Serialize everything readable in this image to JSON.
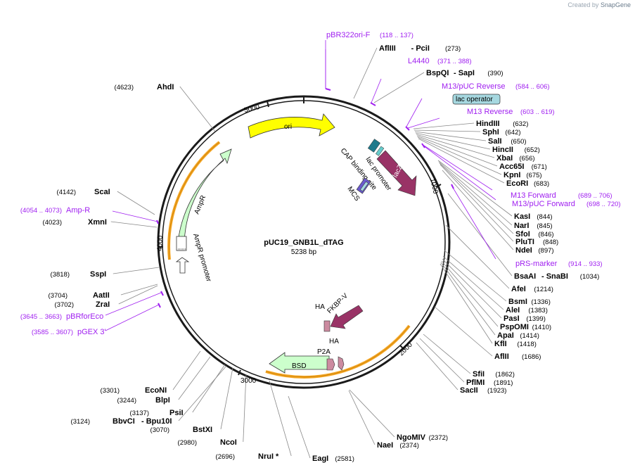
{
  "credit": {
    "prefix": "Created by",
    "brand": "SnapGene"
  },
  "plasmid": {
    "name": "pUC19_GNB1L_dTAG",
    "length": "5238 bp"
  },
  "ticks": [
    "1000",
    "2000",
    "3000",
    "4000",
    "5000"
  ],
  "features": {
    "ori": "ori",
    "lacZa": "lacZα",
    "lac_promoter": "lac promoter",
    "cap_site": "CAP binding site",
    "mcs": "MCS",
    "ampr": "AmpR",
    "ampr_promoter": "AmpR promoter",
    "fkbp": "FKBP-V",
    "ha1": "HA",
    "ha2": "HA",
    "p2a": "P2A",
    "bsd": "BSD",
    "lac_operator": "lac operator"
  },
  "colors": {
    "backbone": "#1a1a1a",
    "primer": "#a020f0",
    "ori": "#ffff00",
    "lacz": "#993366",
    "ampr": "#ccffcc",
    "orange": "#f5a623",
    "operator": "#a6d8e0"
  },
  "sites_right": [
    {
      "name": "AflIII",
      "sep": "- PciI",
      "pos": "(273)"
    },
    {
      "name": "BspQI",
      "sep": "- SapI",
      "pos": "(390)"
    },
    {
      "name": "HindIII",
      "pos": "(632)"
    },
    {
      "name": "SphI",
      "pos": "(642)"
    },
    {
      "name": "SalI",
      "pos": "(650)"
    },
    {
      "name": "HincII",
      "pos": "(652)"
    },
    {
      "name": "XbaI",
      "pos": "(656)"
    },
    {
      "name": "Acc65I",
      "pos": "(671)"
    },
    {
      "name": "KpnI",
      "pos": "(675)"
    },
    {
      "name": "EcoRI",
      "pos": "(683)"
    },
    {
      "name": "KasI",
      "pos": "(844)"
    },
    {
      "name": "NarI",
      "pos": "(845)"
    },
    {
      "name": "SfoI",
      "pos": "(846)"
    },
    {
      "name": "PluTI",
      "pos": "(848)"
    },
    {
      "name": "NdeI",
      "pos": "(897)"
    },
    {
      "name": "BsaAI",
      "sep": "- SnaBI",
      "pos": "(1034)"
    },
    {
      "name": "AfeI",
      "pos": "(1214)"
    },
    {
      "name": "BsmI",
      "pos": "(1336)"
    },
    {
      "name": "AleI",
      "pos": "(1383)"
    },
    {
      "name": "PasI",
      "pos": "(1399)"
    },
    {
      "name": "PspOMI",
      "pos": "(1410)"
    },
    {
      "name": "ApaI",
      "pos": "(1414)"
    },
    {
      "name": "KflI",
      "pos": "(1418)"
    },
    {
      "name": "AflII",
      "pos": "(1686)"
    },
    {
      "name": "SfiI",
      "pos": "(1862)"
    },
    {
      "name": "PflMI",
      "pos": "(1891)"
    },
    {
      "name": "SacII",
      "pos": "(1923)"
    },
    {
      "name": "NgoMIV",
      "pos": "(2372)"
    },
    {
      "name": "NaeI",
      "pos": "(2374)"
    },
    {
      "name": "EagI",
      "pos": "(2581)"
    }
  ],
  "sites_left": [
    {
      "name": "AhdI",
      "pos": "(4623)"
    },
    {
      "name": "ScaI",
      "pos": "(4142)"
    },
    {
      "name": "XmnI",
      "pos": "(4023)"
    },
    {
      "name": "SspI",
      "pos": "(3818)"
    },
    {
      "name": "AatII",
      "pos": "(3704)"
    },
    {
      "name": "ZraI",
      "pos": "(3702)"
    },
    {
      "name": "EcoNI",
      "pos": "(3301)"
    },
    {
      "name": "BlpI",
      "pos": "(3244)"
    },
    {
      "name": "PsiI",
      "pos": "(3137)"
    },
    {
      "name": "BbvCI",
      "sep": "- Bpu10I",
      "pos": "(3124)"
    },
    {
      "name": "BstXI",
      "pos": "(3070)"
    },
    {
      "name": "NcoI",
      "pos": "(2980)"
    },
    {
      "name": "NruI *",
      "pos": "(2696)"
    }
  ],
  "primers": [
    {
      "name": "pBR322ori-F",
      "pos": "(118 .. 137)"
    },
    {
      "name": "L4440",
      "pos": "(371 .. 388)"
    },
    {
      "name": "M13/pUC Reverse",
      "pos": "(584 .. 606)"
    },
    {
      "name": "M13 Reverse",
      "pos": "(603 .. 619)"
    },
    {
      "name": "M13 Forward",
      "pos": "(689 .. 706)"
    },
    {
      "name": "M13/pUC Forward",
      "pos": "(698 .. 720)"
    },
    {
      "name": "pRS-marker",
      "pos": "(914 .. 933)"
    },
    {
      "name": "Amp-R",
      "pos": "(4054 .. 4073)"
    },
    {
      "name": "pBRforEco",
      "pos": "(3645 .. 3663)"
    },
    {
      "name": "pGEX 3'",
      "pos": "(3585 .. 3607)"
    }
  ]
}
